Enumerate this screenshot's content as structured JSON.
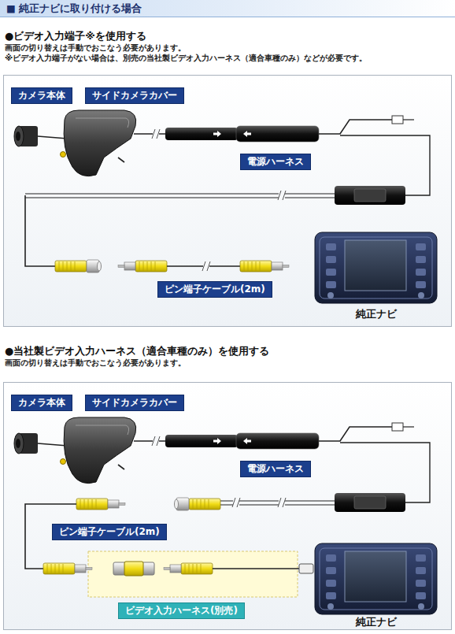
{
  "diagram": {
    "title": "■ 純正ナビに取り付ける場合",
    "nodes": [
      {
        "text": [
          "●ビデオ入力端子※を使用する",
          "画面の切り替えは手動でおこなう必要があります。",
          "※ビデオ入力端子がない場合は、別売の当社製ビデオ入力ハーネス（適合車種のみ）などが必要です。"
        ]
      },
      {
        "text": [
          "カメラ本体"
        ],
        "in": 0
      },
      {
        "text": [
          "サイドカメラカバー"
        ],
        "in": 0
      },
      {
        "text": [
          "電源ハーネス"
        ],
        "in": 0
      },
      {
        "text": [
          "ピン端子ケーブル(2m)"
        ],
        "in": 0
      },
      {
        "text": [
          "●当社製ビデオ入力ハーネス（適合車種のみ）を使用する",
          "画面の切り替えは手動でおこなう必要があります。"
        ]
      },
      {
        "text": [
          "カメラ本体"
        ],
        "in": 5
      },
      {
        "text": [
          "サイドカメラカバー"
        ],
        "in": 5
      },
      {
        "text": [
          "電源ハーネス"
        ],
        "in": 5
      },
      {
        "text": [
          "ピン端子ケーブル(2m)"
        ],
        "in": 5
      },
      {
        "text": [
          "ビデオ入力ハーネス(別売)"
        ],
        "in": 5
      }
    ],
    "labels": [
      "純正ナビ",
      "純正ナビ"
    ]
  }
}
